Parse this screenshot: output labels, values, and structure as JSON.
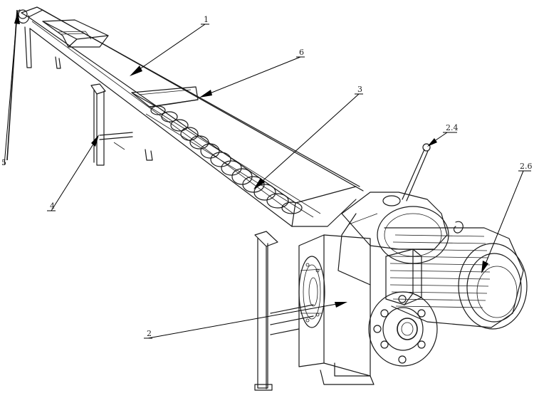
{
  "labels": {
    "l1": "1",
    "l6": "6",
    "l3": "3",
    "l24": "2.4",
    "l26": "2.6",
    "l2": "2",
    "l4": "4",
    "l5": "5"
  }
}
